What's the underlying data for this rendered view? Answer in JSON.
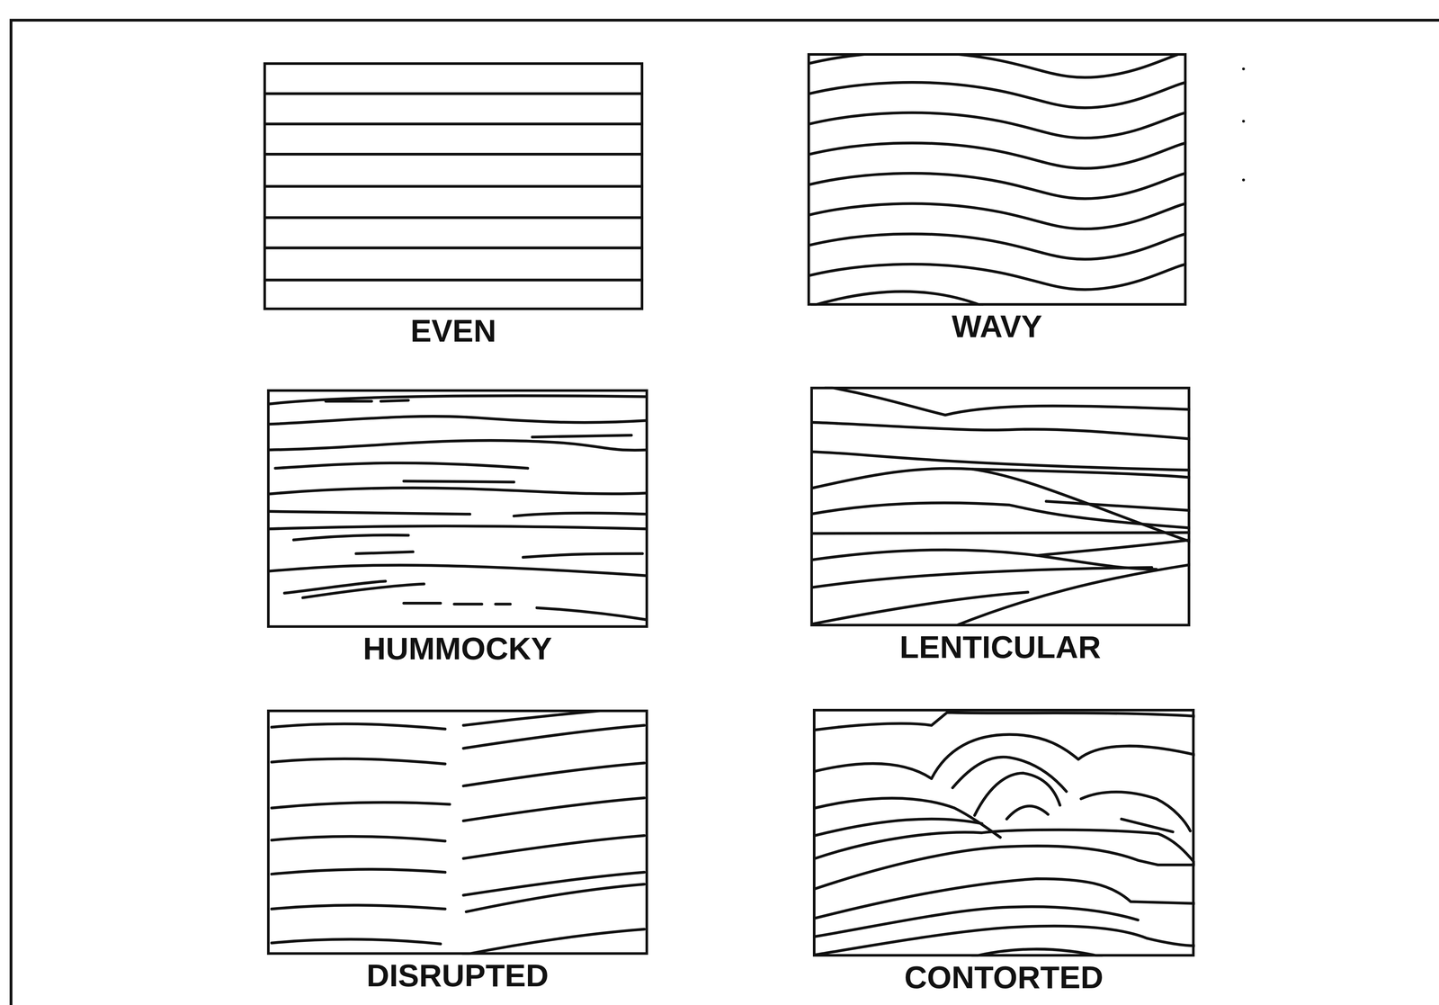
{
  "diagram": {
    "nodes": [
      {
        "text": [
          "EVEN"
        ]
      },
      {
        "text": [
          "WAVY"
        ]
      },
      {
        "text": [
          "HUMMOCKY"
        ]
      },
      {
        "text": [
          "LENTICULAR"
        ]
      },
      {
        "text": [
          "DISRUPTED"
        ]
      },
      {
        "text": [
          "CONTORTED"
        ]
      }
    ]
  }
}
